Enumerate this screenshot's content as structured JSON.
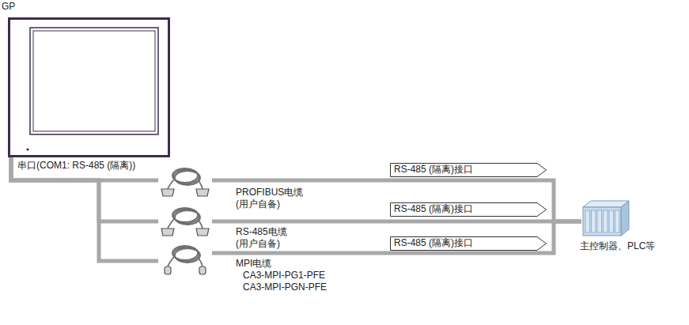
{
  "diagram": {
    "nodes": [
      {
        "text": [
          "GP"
        ]
      },
      {
        "text": [
          "PROFIBUS电缆 (用户自备)"
        ]
      },
      {
        "text": [
          "RS-485电缆 (用户自备)"
        ]
      },
      {
        "text": [
          "MPI电缆",
          "CA3-MPI-PG1-PFE",
          "CA3-MPI-PGN-PFE"
        ]
      },
      {
        "text": [
          "RS-485 (隔离)接口"
        ]
      },
      {
        "text": [
          "RS-485 (隔离)接口"
        ]
      },
      {
        "text": [
          "RS-485 (隔离)接口"
        ]
      },
      {
        "text": [
          "主控制器、PLC等"
        ]
      }
    ],
    "edges": [
      {
        "from": 0,
        "to": 1,
        "arrow": "none"
      },
      {
        "from": 0,
        "to": 2,
        "arrow": "none"
      },
      {
        "from": 0,
        "to": 3,
        "arrow": "none"
      },
      {
        "from": 1,
        "to": 7,
        "arrow": "none"
      },
      {
        "from": 2,
        "to": 7,
        "arrow": "none"
      },
      {
        "from": 3,
        "to": 7,
        "arrow": "none"
      }
    ],
    "labels": [
      "串口(COM1: RS-485 (隔离))"
    ]
  }
}
